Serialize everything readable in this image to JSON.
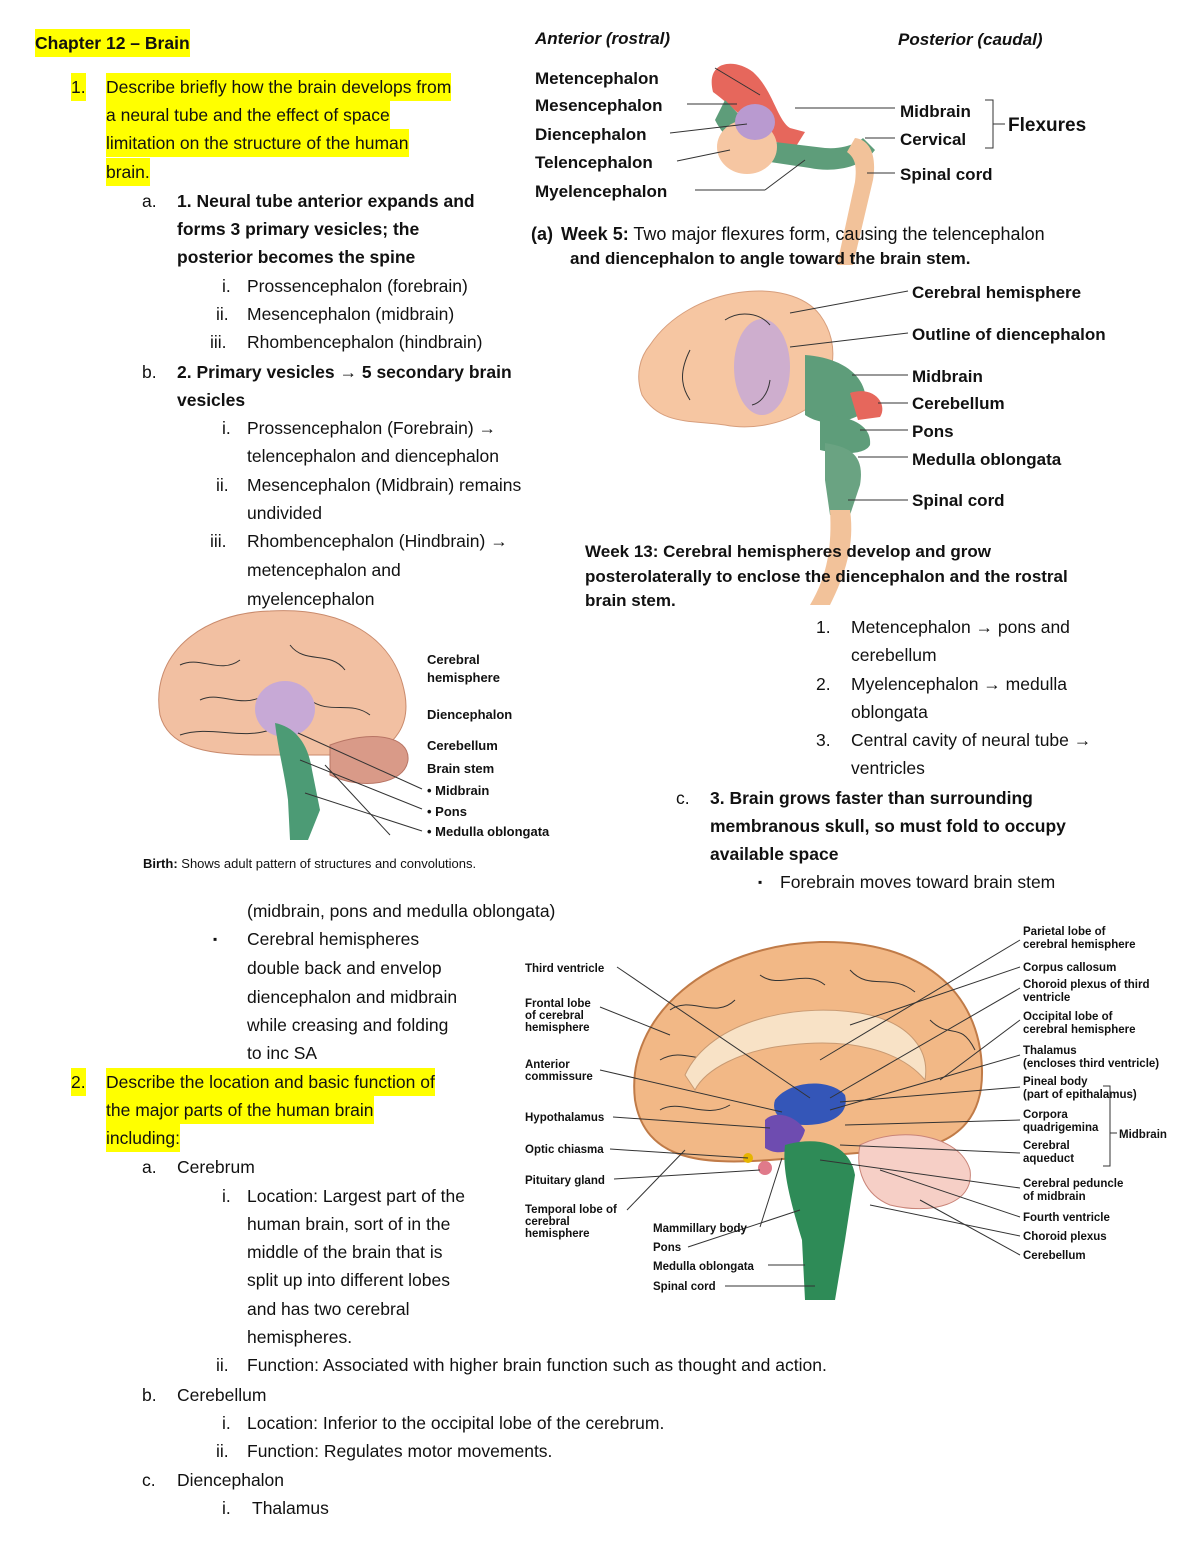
{
  "doc": {
    "title": "Chapter 12 – Brain",
    "q1": {
      "num": "1.",
      "lines": [
        "Describe briefly how the brain develops from",
        "a neural tube and the effect of space",
        "limitation on the structure of the human",
        "brain."
      ],
      "a": {
        "mark": "a.",
        "lines": [
          "1. Neural tube anterior expands and",
          "forms 3 primary vesicles; the",
          "posterior becomes the spine"
        ],
        "items": [
          {
            "mark": "i.",
            "text": "Prossencephalon (forebrain)"
          },
          {
            "mark": "ii.",
            "text": "Mesencephalon (midbrain)"
          },
          {
            "mark": "iii.",
            "text": "Rhombencephalon (hindbrain)"
          }
        ]
      },
      "b": {
        "mark": "b.",
        "lines": [
          "2. Primary vesicles → 5 secondary brain",
          "vesicles"
        ],
        "items": [
          {
            "mark": "i.",
            "lines": [
              "Prossencephalon (Forebrain) →",
              "telencephalon and diencephalon"
            ]
          },
          {
            "mark": "ii.",
            "lines": [
              "Mesencephalon (Midbrain) remains",
              "undivided"
            ]
          },
          {
            "mark": "iii.",
            "lines": [
              "Rhombencephalon (Hindbrain) →",
              "metencephalon and",
              "myelencephalon"
            ]
          }
        ]
      },
      "right_list": [
        {
          "mark": "1.",
          "lines": [
            "Metencephalon → pons and",
            "cerebellum"
          ]
        },
        {
          "mark": "2.",
          "lines": [
            "Myelencephalon → medulla",
            "oblongata"
          ]
        },
        {
          "mark": "3.",
          "lines": [
            "Central cavity of neural tube →",
            "ventricles"
          ]
        }
      ],
      "c": {
        "mark": "c.",
        "lines": [
          "3. Brain grows faster than surrounding",
          "membranous skull, so must fold to occupy",
          "available space"
        ],
        "bullet1": "Forebrain moves toward brain stem",
        "bullet1_cont": "(midbrain, pons and medulla oblongata)",
        "bullet2": [
          "Cerebral hemispheres",
          "double back and envelop",
          "diencephalon and midbrain",
          "while creasing and folding",
          "to inc SA"
        ]
      }
    },
    "q2": {
      "num": "2.",
      "lines": [
        "Describe the location and basic function of",
        "the major parts of the human brain",
        "including:"
      ],
      "a": {
        "mark": "a.",
        "text": "Cerebrum",
        "i": {
          "mark": "i.",
          "lines": [
            "Location: Largest part of the",
            "human brain, sort of in the",
            "middle of the brain that is",
            "split up into different lobes",
            "and has two cerebral",
            "hemispheres."
          ]
        },
        "ii": {
          "mark": "ii.",
          "text": "Function: Associated with higher brain function such as thought and action."
        }
      },
      "b": {
        "mark": "b.",
        "text": "Cerebellum",
        "i": {
          "mark": "i.",
          "text": "Location: Inferior to the occipital lobe of the cerebrum."
        },
        "ii": {
          "mark": "ii.",
          "text": "Function: Regulates motor movements."
        }
      },
      "c": {
        "mark": "c.",
        "text": "Diencephalon",
        "i": {
          "mark": "i.",
          "text": "Thalamus"
        }
      }
    },
    "bullet_glyph": "▪"
  },
  "fig_week5": {
    "anterior": "Anterior (rostral)",
    "posterior": "Posterior (caudal)",
    "left_labels": [
      "Metencephalon",
      "Mesencephalon",
      "Diencephalon",
      "Telencephalon",
      "Myelencephalon"
    ],
    "right_labels": [
      "Midbrain",
      "Cervical",
      "Spinal cord"
    ],
    "flexures": "Flexures",
    "caption_a": "(a)",
    "caption_bold": "Week 5:",
    "caption_rest": " Two major flexures form, causing the telencephalon",
    "caption_line2": "and diencephalon to angle toward the brain stem.",
    "colors": {
      "tel": "#f6c6a2",
      "dien": "#b99ad0",
      "mes": "#5e9d7a",
      "met": "#e6675c",
      "spinal": "#f2c29a"
    }
  },
  "fig_week13": {
    "labels": [
      "Cerebral hemisphere",
      "Outline of diencephalon",
      "Midbrain",
      "Cerebellum",
      "Pons",
      "Medulla oblongata",
      "Spinal cord"
    ],
    "caption_bold": "Week 13:",
    "caption_rest": " Cerebral hemispheres develop and grow",
    "caption_line2": "posterolaterally to enclose the diencephalon and the rostral",
    "caption_line3": "brain stem."
  },
  "fig_birth": {
    "labels": [
      "Cerebral",
      "hemisphere",
      "Diencephalon",
      "Cerebellum",
      "Brain stem",
      "• Midbrain",
      "• Pons",
      "• Medulla oblongata"
    ],
    "caption_bold": "Birth:",
    "caption_rest": " Shows adult pattern of structures and convolutions."
  },
  "fig_sagittal": {
    "left_labels": [
      "Third ventricle",
      "Frontal lobe",
      "of cerebral",
      "hemisphere",
      "Anterior",
      "commissure",
      "Hypothalamus",
      "Optic chiasma",
      "Pituitary gland",
      "Temporal lobe of",
      "cerebral",
      "hemisphere"
    ],
    "bottom_labels": [
      "Mammillary body",
      "Pons",
      "Medulla oblongata",
      "Spinal cord"
    ],
    "right_labels": [
      "Parietal lobe of",
      "cerebral hemisphere",
      "Corpus callosum",
      "Choroid plexus of third",
      "ventricle",
      "Occipital lobe of",
      "cerebral hemisphere",
      "Thalamus",
      "(encloses third ventricle)",
      "Pineal body",
      "(part of epithalamus)",
      "Corpora",
      "quadrigemina",
      "Cerebral",
      "aqueduct",
      "Cerebral peduncle",
      "of midbrain",
      "Fourth ventricle",
      "Choroid plexus",
      "Cerebellum"
    ],
    "midbrain": "Midbrain"
  }
}
